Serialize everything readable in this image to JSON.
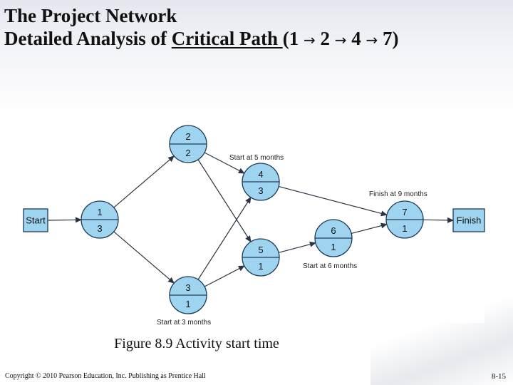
{
  "title": {
    "line1": "The Project Network",
    "line2_prefix": "Detailed Analysis of ",
    "line2_underlined": "Critical Path ",
    "line2_path": [
      "(1",
      "2",
      "4",
      "7)"
    ]
  },
  "diagram": {
    "start_label": "Start",
    "finish_label": "Finish",
    "nodes": [
      {
        "activity": "1",
        "duration": "3"
      },
      {
        "activity": "2",
        "duration": "2"
      },
      {
        "activity": "3",
        "duration": "1"
      },
      {
        "activity": "4",
        "duration": "3"
      },
      {
        "activity": "5",
        "duration": "1"
      },
      {
        "activity": "6",
        "duration": "1"
      },
      {
        "activity": "7",
        "duration": "1"
      }
    ],
    "edges": [
      [
        "Start",
        "1"
      ],
      [
        "1",
        "2"
      ],
      [
        "1",
        "3"
      ],
      [
        "2",
        "4"
      ],
      [
        "2",
        "5"
      ],
      [
        "3",
        "4"
      ],
      [
        "3",
        "5"
      ],
      [
        "4",
        "7"
      ],
      [
        "5",
        "6"
      ],
      [
        "6",
        "7"
      ],
      [
        "7",
        "Finish"
      ]
    ],
    "annotations": {
      "start_5": "Start at 5 months",
      "finish_9": "Finish at 9 months",
      "start_6": "Start at 6 months",
      "start_3": "Start at 3 months"
    },
    "node_fill": "#9fd4f1"
  },
  "caption": "Figure 8.9 Activity start time",
  "footer": {
    "copyright": "Copyright © 2010 Pearson Education, Inc. Publishing as Prentice Hall",
    "page": "8-15"
  }
}
